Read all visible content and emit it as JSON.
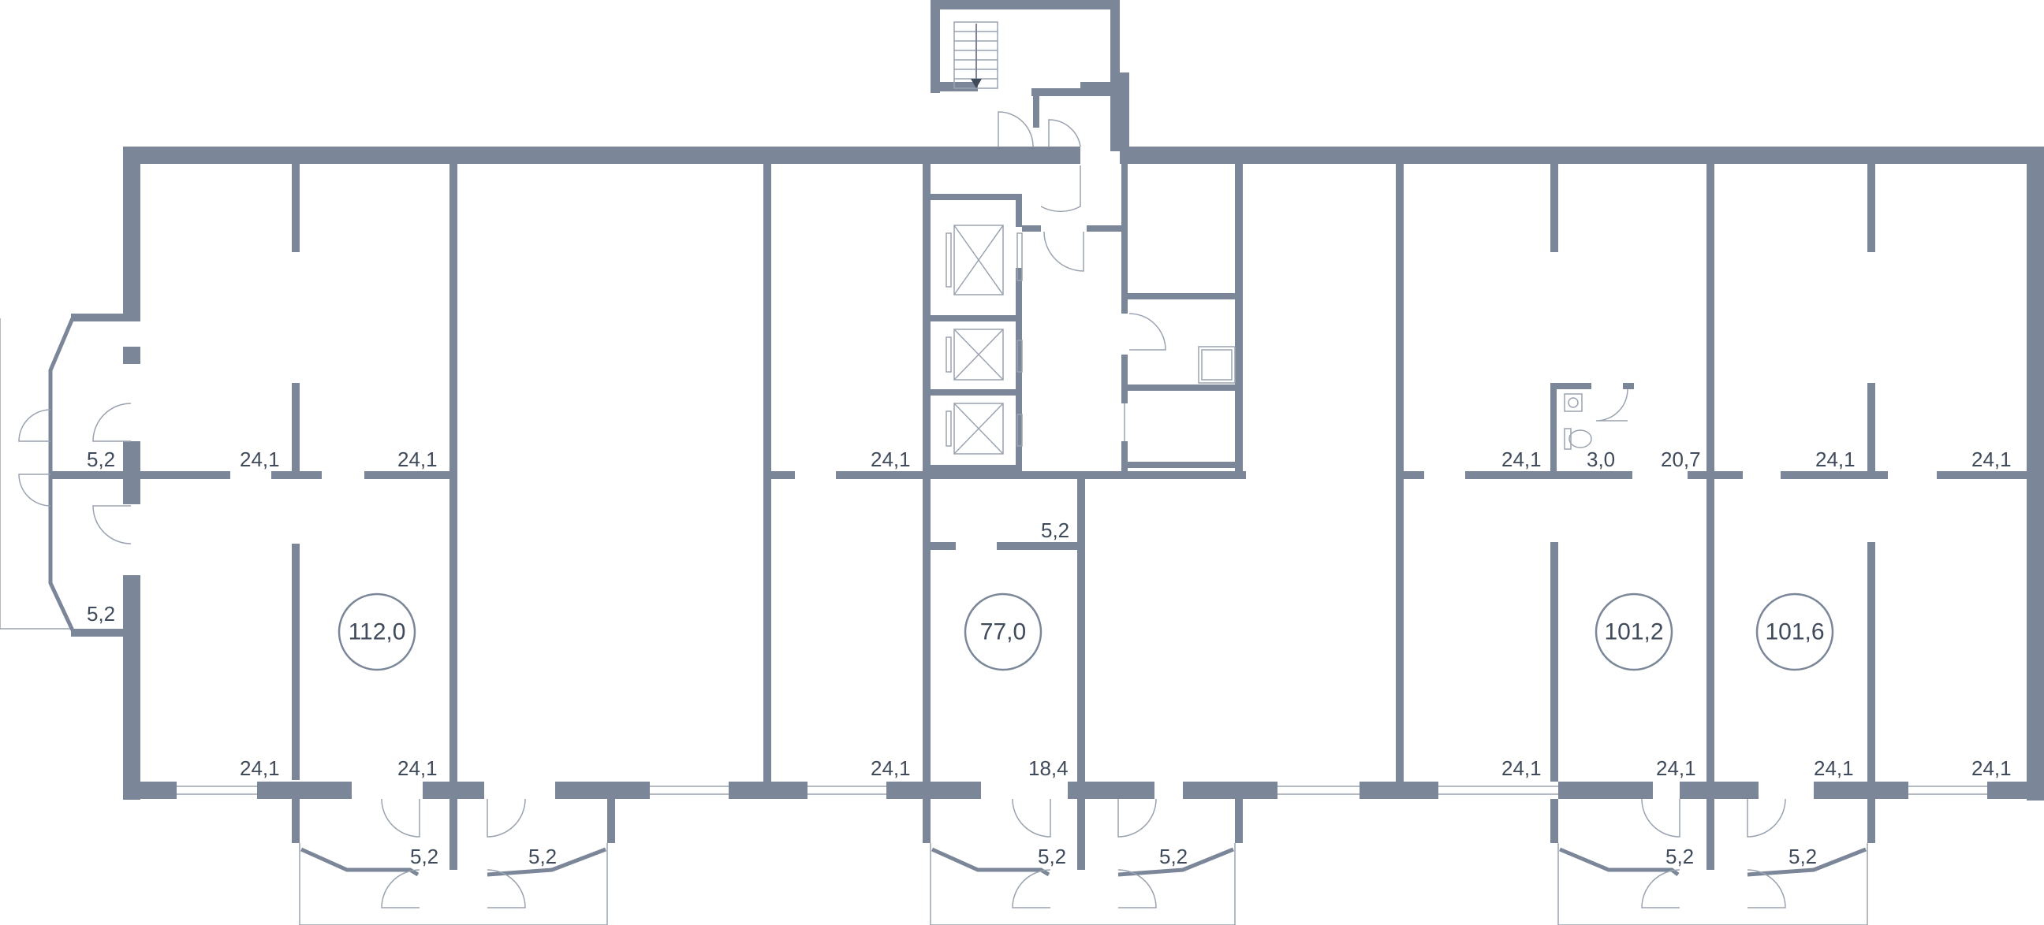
{
  "colors": {
    "wall": "#7b8799",
    "text": "#3f4a5a",
    "fine": "#9aa3b0"
  },
  "icons": [
    "stair-arrow-icon",
    "elevator-icon",
    "toilet-icon",
    "sink-icon",
    "shower-tray-icon"
  ],
  "units": [
    {
      "id": "unit-1",
      "area": "112,0"
    },
    {
      "id": "unit-2",
      "area": "77,0"
    },
    {
      "id": "unit-3",
      "area": "101,2"
    },
    {
      "id": "unit-4",
      "area": "101,6"
    }
  ],
  "labels": {
    "top": [
      "5,2",
      "24,1",
      "24,1",
      "24,1",
      "24,1",
      "3,0",
      "20,7",
      "24,1",
      "24,1"
    ],
    "left_balcony_lower": "5,2",
    "middle_room": "5,2",
    "window_row": [
      "24,1",
      "24,1",
      "24,1",
      "18,4",
      "24,1",
      "24,1",
      "24,1",
      "24,1"
    ],
    "balconies": [
      "5,2",
      "5,2",
      "5,2",
      "5,2",
      "5,2",
      "5,2"
    ]
  }
}
